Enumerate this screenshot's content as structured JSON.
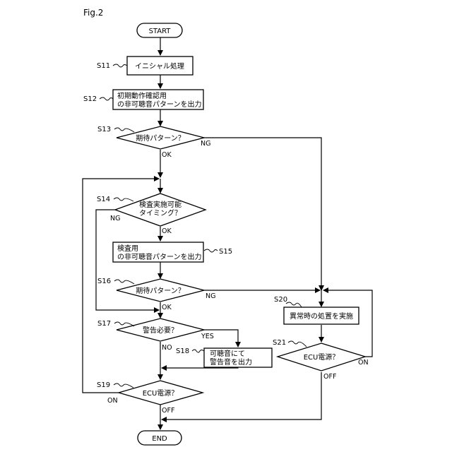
{
  "figure_label": "Fig.2",
  "nodes": {
    "start": "START",
    "end": "END",
    "s11": "イニシャル処理",
    "s12_line1": "初期動作確認用",
    "s12_line2": "の非可聴音パターンを出力",
    "s13": "期待パターン？",
    "s14_line1": "検査実施可能",
    "s14_line2": "タイミング？",
    "s15_line1": "検査用",
    "s15_line2": "の非可聴音パターンを出力",
    "s16": "期待パターン？",
    "s17": "警告必要？",
    "s18_line1": "可聴音にて",
    "s18_line2": "警告音を出力",
    "s19": "ECU電源？",
    "s20": "異常時の処置を実施",
    "s21": "ECU電源？"
  },
  "steps": {
    "s11": "S11",
    "s12": "S12",
    "s13": "S13",
    "s14": "S14",
    "s15": "S15",
    "s16": "S16",
    "s17": "S17",
    "s18": "S18",
    "s19": "S19",
    "s20": "S20",
    "s21": "S21"
  },
  "edges": {
    "s13_ok": "OK",
    "s13_ng": "NG",
    "s14_ok": "OK",
    "s14_ng": "NG",
    "s16_ok": "OK",
    "s16_ng": "NG",
    "s17_yes": "YES",
    "s17_no": "NO",
    "s19_on": "ON",
    "s19_off": "OFF",
    "s21_on": "ON",
    "s21_off": "OFF"
  }
}
